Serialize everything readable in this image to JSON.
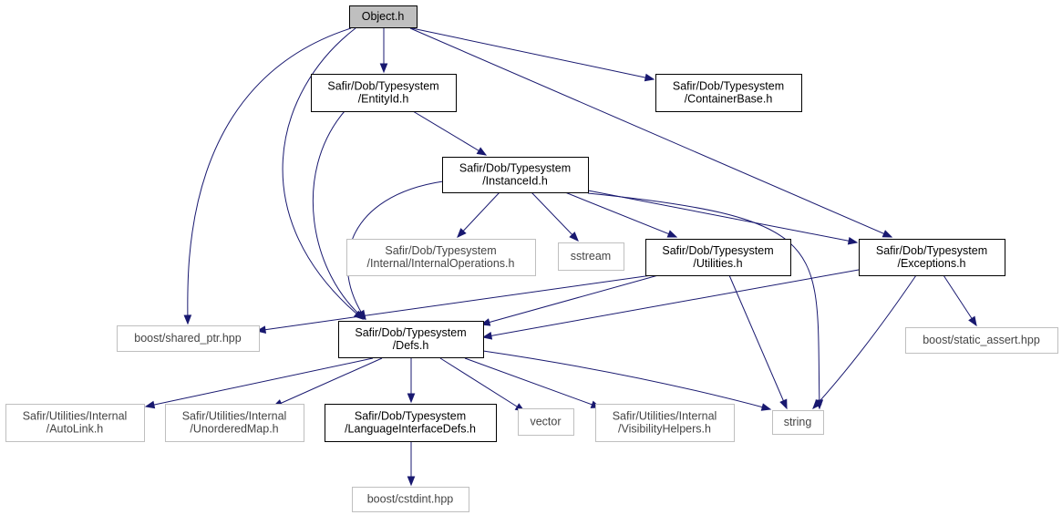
{
  "graph": {
    "nodes": [
      {
        "id": "object",
        "lines": [
          "Object.h"
        ],
        "kind": "focus"
      },
      {
        "id": "entityid",
        "lines": [
          "Safir/Dob/Typesystem",
          "/EntityId.h"
        ],
        "kind": "file"
      },
      {
        "id": "containerbase",
        "lines": [
          "Safir/Dob/Typesystem",
          "/ContainerBase.h"
        ],
        "kind": "file"
      },
      {
        "id": "instanceid",
        "lines": [
          "Safir/Dob/Typesystem",
          "/InstanceId.h"
        ],
        "kind": "file"
      },
      {
        "id": "internalops",
        "lines": [
          "Safir/Dob/Typesystem",
          "/Internal/InternalOperations.h"
        ],
        "kind": "external"
      },
      {
        "id": "sstream",
        "lines": [
          "sstream"
        ],
        "kind": "external"
      },
      {
        "id": "utilities",
        "lines": [
          "Safir/Dob/Typesystem",
          "/Utilities.h"
        ],
        "kind": "file"
      },
      {
        "id": "exceptions",
        "lines": [
          "Safir/Dob/Typesystem",
          "/Exceptions.h"
        ],
        "kind": "file"
      },
      {
        "id": "sharedptr",
        "lines": [
          "boost/shared_ptr.hpp"
        ],
        "kind": "external"
      },
      {
        "id": "defs",
        "lines": [
          "Safir/Dob/Typesystem",
          "/Defs.h"
        ],
        "kind": "file"
      },
      {
        "id": "staticassert",
        "lines": [
          "boost/static_assert.hpp"
        ],
        "kind": "external"
      },
      {
        "id": "autolink",
        "lines": [
          "Safir/Utilities/Internal",
          "/AutoLink.h"
        ],
        "kind": "external"
      },
      {
        "id": "unorderedmap",
        "lines": [
          "Safir/Utilities/Internal",
          "/UnorderedMap.h"
        ],
        "kind": "external"
      },
      {
        "id": "langdefs",
        "lines": [
          "Safir/Dob/Typesystem",
          "/LanguageInterfaceDefs.h"
        ],
        "kind": "file"
      },
      {
        "id": "vector",
        "lines": [
          "vector"
        ],
        "kind": "external"
      },
      {
        "id": "visibility",
        "lines": [
          "Safir/Utilities/Internal",
          "/VisibilityHelpers.h"
        ],
        "kind": "external"
      },
      {
        "id": "string",
        "lines": [
          "string"
        ],
        "kind": "external"
      },
      {
        "id": "cstdint",
        "lines": [
          "boost/cstdint.hpp"
        ],
        "kind": "external"
      }
    ],
    "edges": [
      {
        "from": "object",
        "to": "entityid"
      },
      {
        "from": "object",
        "to": "containerbase"
      },
      {
        "from": "object",
        "to": "exceptions"
      },
      {
        "from": "object",
        "to": "sharedptr"
      },
      {
        "from": "object",
        "to": "defs"
      },
      {
        "from": "entityid",
        "to": "instanceid"
      },
      {
        "from": "entityid",
        "to": "defs"
      },
      {
        "from": "instanceid",
        "to": "internalops"
      },
      {
        "from": "instanceid",
        "to": "sstream"
      },
      {
        "from": "instanceid",
        "to": "utilities"
      },
      {
        "from": "instanceid",
        "to": "exceptions"
      },
      {
        "from": "instanceid",
        "to": "string"
      },
      {
        "from": "instanceid",
        "to": "defs"
      },
      {
        "from": "utilities",
        "to": "sharedptr"
      },
      {
        "from": "utilities",
        "to": "defs"
      },
      {
        "from": "utilities",
        "to": "string"
      },
      {
        "from": "exceptions",
        "to": "defs"
      },
      {
        "from": "exceptions",
        "to": "staticassert"
      },
      {
        "from": "exceptions",
        "to": "string"
      },
      {
        "from": "defs",
        "to": "autolink"
      },
      {
        "from": "defs",
        "to": "unorderedmap"
      },
      {
        "from": "defs",
        "to": "langdefs"
      },
      {
        "from": "defs",
        "to": "vector"
      },
      {
        "from": "defs",
        "to": "visibility"
      },
      {
        "from": "defs",
        "to": "string"
      },
      {
        "from": "langdefs",
        "to": "cstdint"
      }
    ]
  },
  "colors": {
    "edge": "#191970",
    "focus_fill": "#bfbfbf",
    "node_border": "#000000",
    "external_border": "#bfbfbf"
  }
}
